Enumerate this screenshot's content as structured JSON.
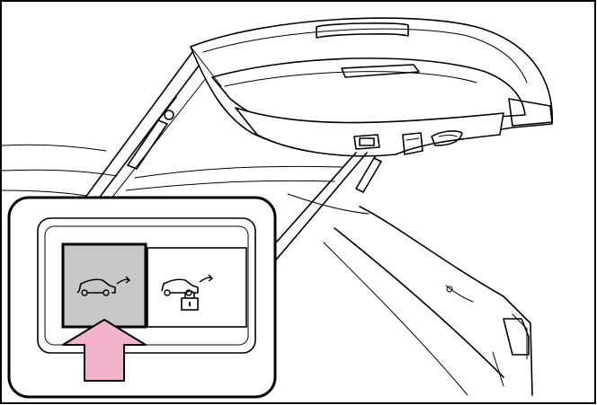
{
  "illustration": {
    "subject": "power-back-door-open-close-switch",
    "colors": {
      "line": "#000000",
      "background": "#ffffff",
      "pressed_switch": "#c8c8c8",
      "arrow": "#f3b3cd"
    }
  },
  "callout": {
    "switches": [
      {
        "name": "back-door-open-close-switch",
        "icon": "vehicle-back-door-icon",
        "state": "pressed"
      },
      {
        "name": "back-door-close-and-lock-switch",
        "icon": "vehicle-back-door-lock-icon",
        "state": "not-pressed"
      }
    ],
    "press_indicator": "up-arrow-icon"
  }
}
